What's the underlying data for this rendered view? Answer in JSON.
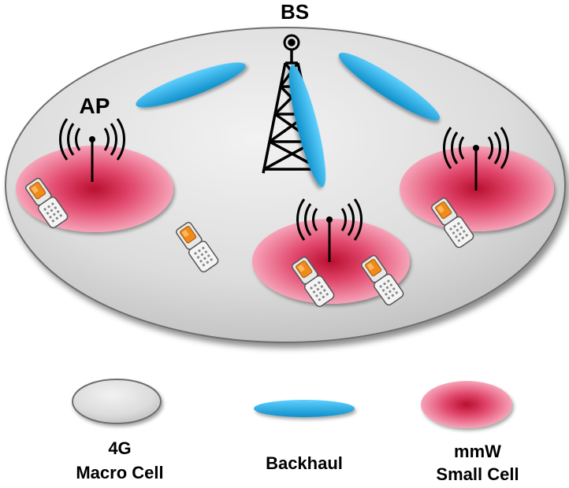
{
  "diagram": {
    "labels": {
      "bs": "BS",
      "ap": "AP"
    },
    "legend": {
      "macro_line1": "4G",
      "macro_line2": "Macro Cell",
      "backhaul": "Backhaul",
      "small_line1": "mmW",
      "small_line2": "Small Cell"
    },
    "colors": {
      "macro_cell": "#d9d9d9",
      "backhaul_beam": "#1aa6df",
      "small_cell_center": "#c2183a",
      "small_cell_edge": "#f49ab0",
      "phone_screen": "#f08a18"
    },
    "icons": [
      "tower-icon",
      "antenna-icon",
      "phone-icon"
    ]
  }
}
